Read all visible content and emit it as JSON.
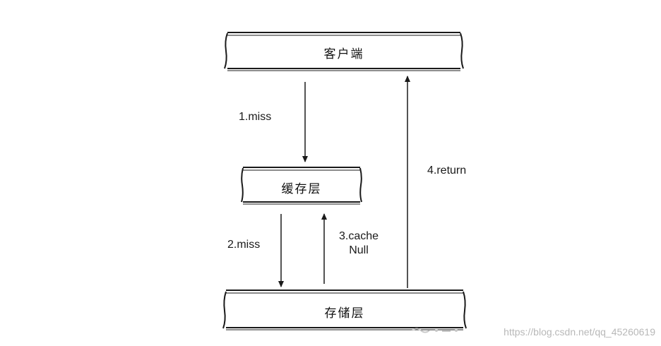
{
  "nodes": {
    "client": {
      "label": "客户端"
    },
    "cache": {
      "label": "缓存层"
    },
    "storage": {
      "label": "存储层"
    }
  },
  "edges": {
    "miss1": {
      "label": "1.miss"
    },
    "miss2": {
      "label": "2.miss"
    },
    "cache_null": {
      "line1": "3.cache",
      "line2": "Null"
    },
    "return": {
      "label": "4.return"
    }
  },
  "watermark": {
    "text": "https://blog.csdn.net/qq_45260619"
  },
  "colors": {
    "stroke": "#1a1a1a",
    "watermark": "#b8b8b8"
  }
}
